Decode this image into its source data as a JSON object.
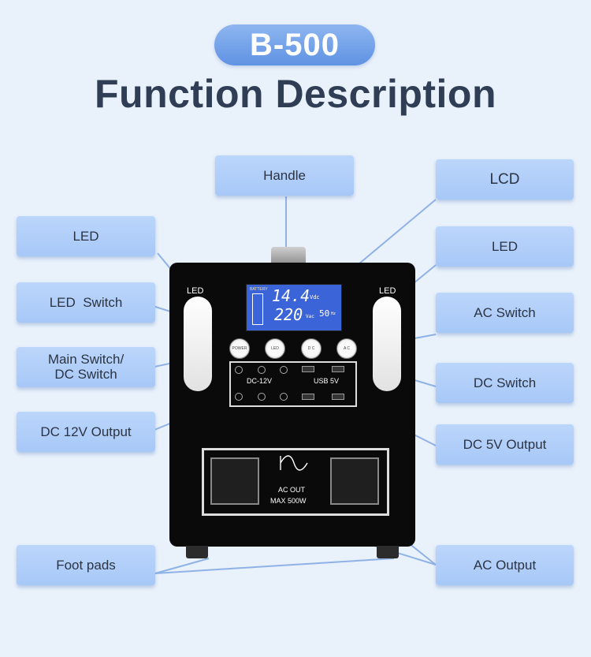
{
  "model_badge": "B-500",
  "title": "Function Description",
  "callouts": {
    "handle": "Handle",
    "lcd": "LCD",
    "led_left": "LED",
    "led_right": "LED",
    "led_switch": "LED  Switch",
    "ac_switch": "AC Switch",
    "main_switch": "Main Switch/\nDC Switch",
    "dc_switch": "DC Switch",
    "dc12_output": "DC 12V Output",
    "dc5_output": "DC 5V Output",
    "foot_pads": "Foot pads",
    "ac_output": "AC Output"
  },
  "device": {
    "led_label_left": "LED",
    "led_label_right": "LED",
    "lcd": {
      "battery_label": "BATTERY",
      "voltage_dc": "14.4",
      "voltage_dc_unit": "Vdc",
      "voltage_ac": "220",
      "voltage_ac_unit": "Vac",
      "frequency": "50",
      "frequency_unit": "Hz"
    },
    "buttons": [
      "POWER",
      "LED",
      "D C",
      "A C"
    ],
    "dc_label": "DC-12V",
    "usb_label": "USB  5V",
    "ac_out_label": "AC  OUT",
    "ac_max_label": "MAX  500W"
  },
  "colors": {
    "background": "#e9f1fb",
    "callout": "#b1cef9",
    "heading": "#2f3e55",
    "line": "#8fb2e6",
    "lcd": "#3b64d8"
  }
}
